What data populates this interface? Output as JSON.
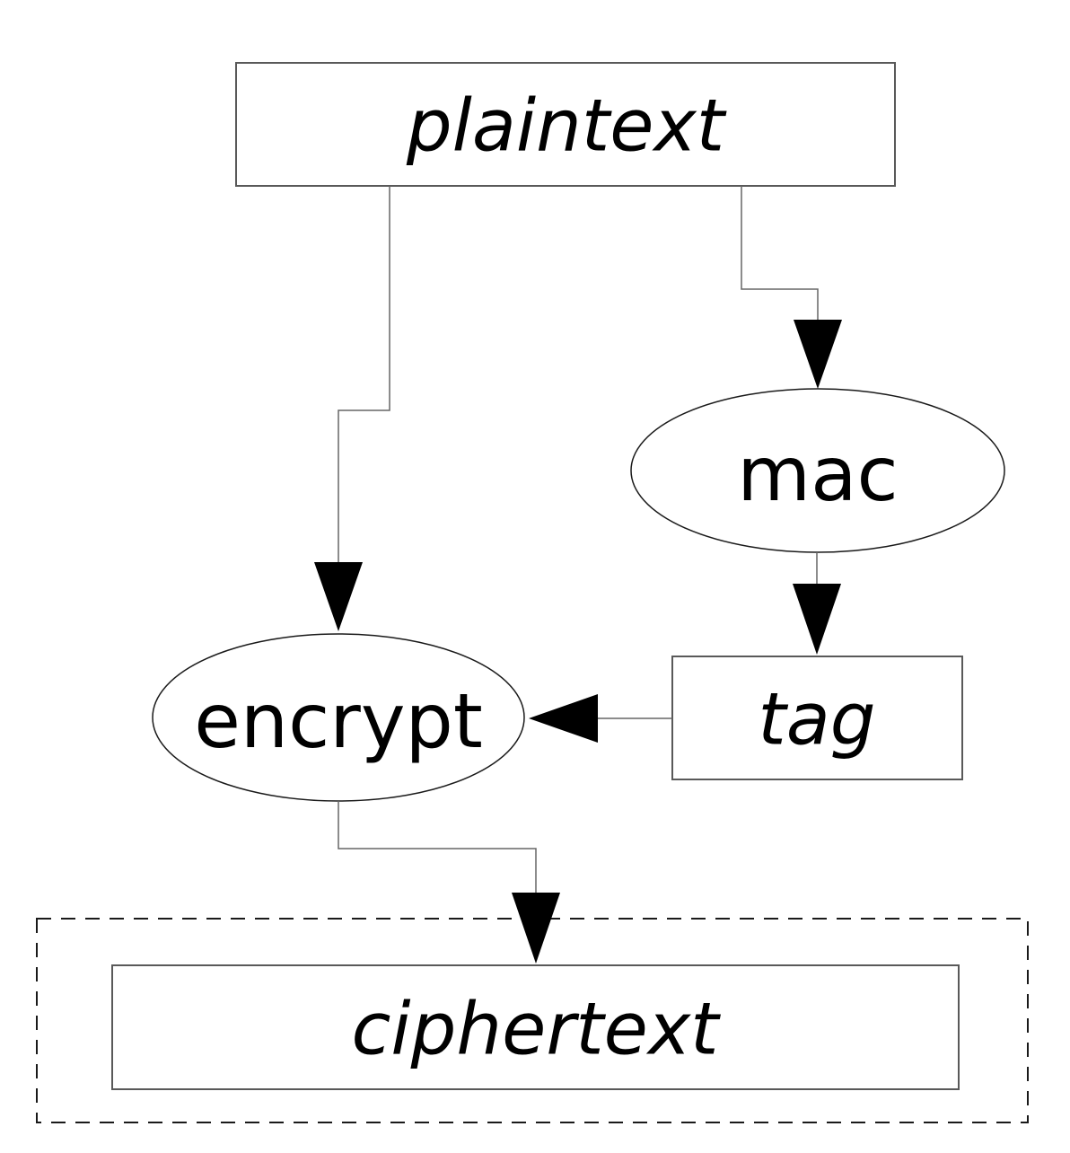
{
  "diagram": {
    "type": "flowchart",
    "nodes": {
      "plaintext": {
        "label": "plaintext",
        "shape": "rect",
        "text_style": "italic"
      },
      "mac": {
        "label": "mac",
        "shape": "ellipse",
        "text_style": "normal"
      },
      "encrypt": {
        "label": "encrypt",
        "shape": "ellipse",
        "text_style": "normal"
      },
      "tag": {
        "label": "tag",
        "shape": "rect",
        "text_style": "italic"
      },
      "ciphertext": {
        "label": "ciphertext",
        "shape": "rect",
        "text_style": "italic"
      }
    },
    "edges": [
      {
        "from": "plaintext",
        "to": "mac",
        "style": "elbow-down-arrow"
      },
      {
        "from": "plaintext",
        "to": "encrypt",
        "style": "elbow-down-arrow"
      },
      {
        "from": "mac",
        "to": "tag",
        "style": "straight-down-arrow"
      },
      {
        "from": "tag",
        "to": "encrypt",
        "style": "straight-left-arrow"
      },
      {
        "from": "encrypt",
        "to": "ciphertext",
        "style": "elbow-down-arrow"
      }
    ],
    "container": {
      "encloses": "ciphertext",
      "border_style": "dashed"
    }
  },
  "colors": {
    "background": "#ffffff",
    "text": "#000000",
    "arrowhead": "#000000",
    "connector": "#666666",
    "rect_border": "#595959",
    "ellipse_stroke": "#1a1a1a",
    "dashed_border": "#1a1a1a"
  }
}
